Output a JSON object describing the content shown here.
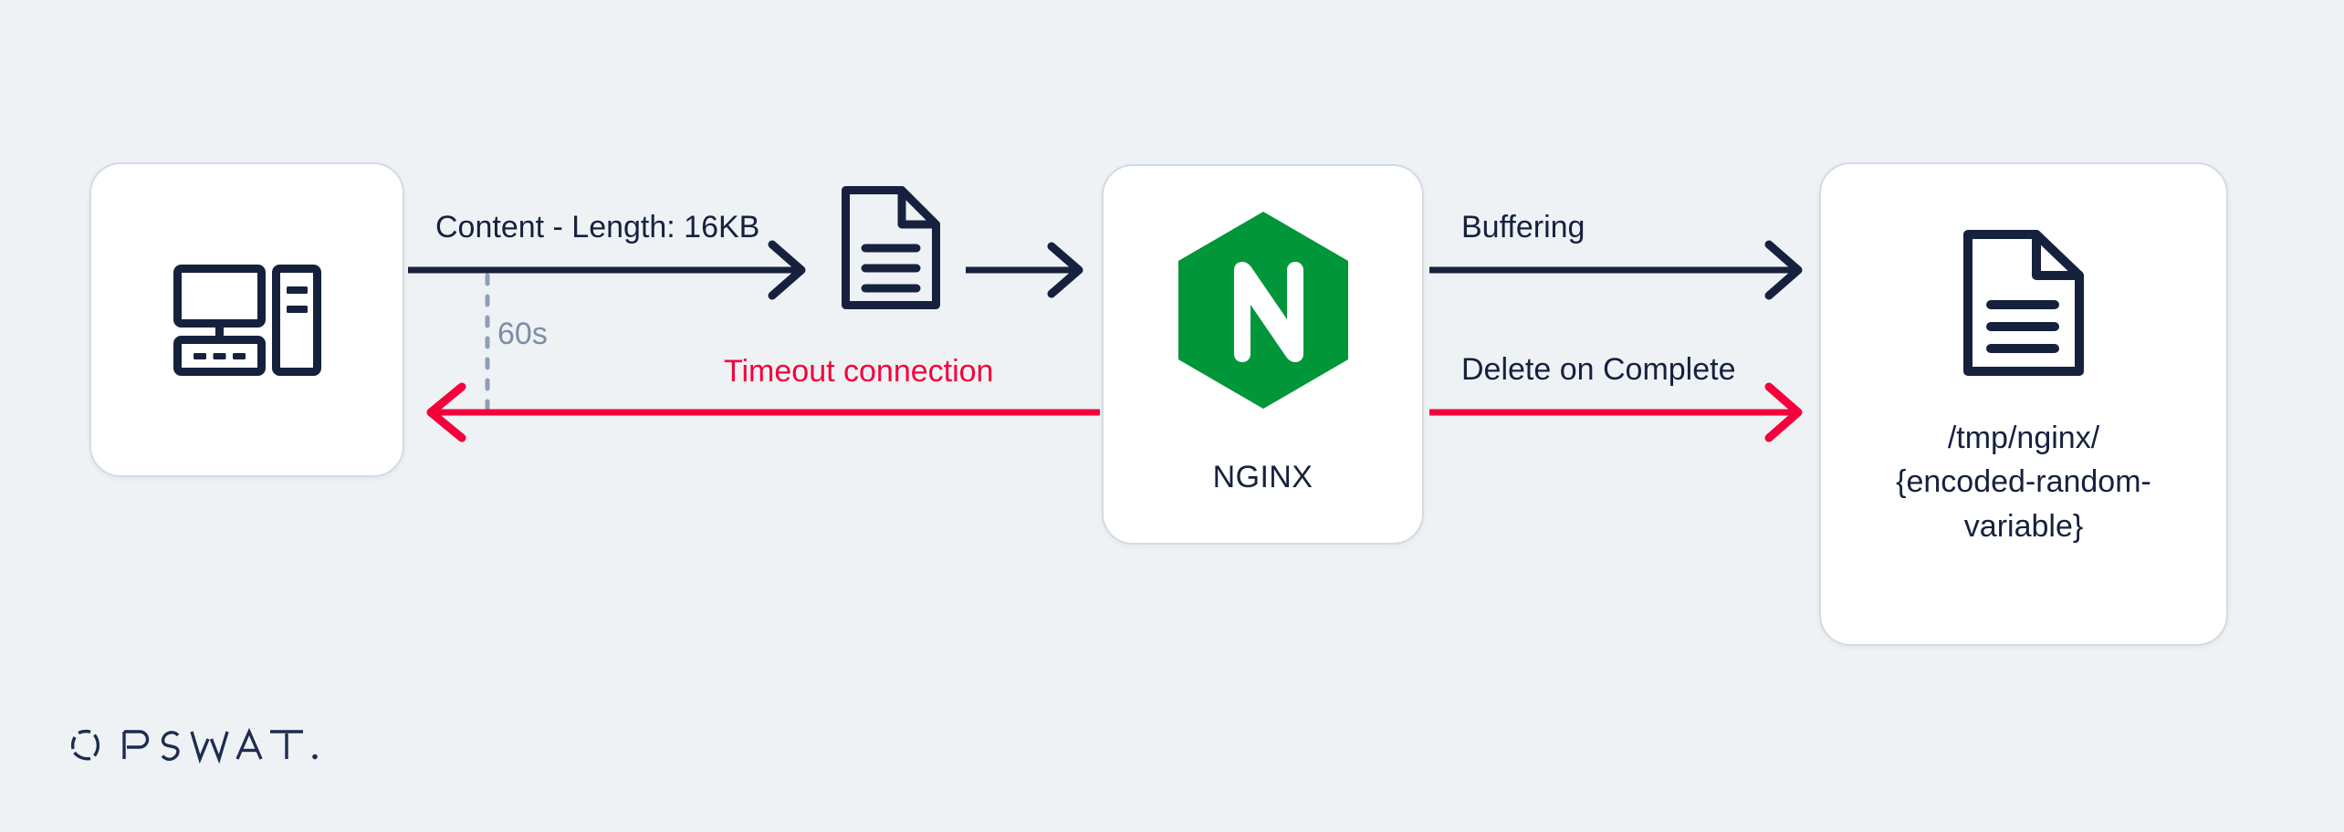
{
  "diagram": {
    "title": "NGINX request buffering and timeout flow",
    "background_color": "#eef2f5",
    "accent_red": "#f5003c",
    "accent_navy": "#16213e",
    "accent_green": "#009639",
    "muted_gray": "#7d8da5"
  },
  "nodes": {
    "client": {
      "name": "client-workstation",
      "icon": "computer-icon",
      "label": ""
    },
    "nginx": {
      "name": "nginx-server",
      "icon": "nginx-hexagon-logo",
      "label": "NGINX"
    },
    "storage": {
      "name": "temp-file-storage",
      "icon": "document-icon",
      "path_line_1": "/tmp/nginx/",
      "path_line_2": "{encoded-random-",
      "path_line_3": "variable}",
      "path_full": "/tmp/nginx/\n{encoded-random-\nvariable}"
    },
    "payload": {
      "name": "request-payload-document",
      "icon": "document-icon"
    }
  },
  "edges": {
    "content_length": {
      "label": "Content - Length: 16KB",
      "color": "#16213e",
      "direction": "right"
    },
    "timeout": {
      "label": "Timeout connection",
      "color": "#f5003c",
      "direction": "left"
    },
    "timer": {
      "label": "60s",
      "color": "#7d8da5",
      "style": "dashed-vertical"
    },
    "payload_to_nginx": {
      "label": "",
      "color": "#16213e",
      "direction": "right"
    },
    "buffering": {
      "label": "Buffering",
      "color": "#16213e",
      "direction": "right"
    },
    "delete_on_complete": {
      "label": "Delete on Complete",
      "label_color": "#16213e",
      "color": "#f5003c",
      "direction": "right"
    }
  },
  "branding": {
    "wordmark": "OPSWAT.",
    "color": "#1d2d50"
  }
}
